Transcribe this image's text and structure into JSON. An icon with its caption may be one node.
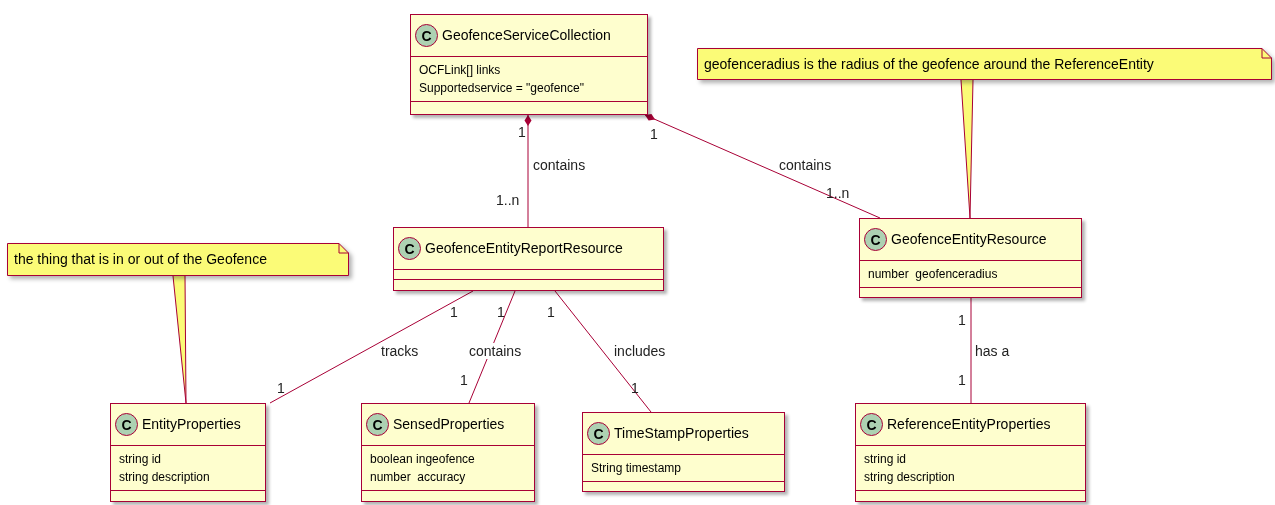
{
  "diagram": {
    "nodes": [
      {
        "text": [
          "C",
          "GeofenceServiceCollection",
          "OCFLink[] links",
          "Supportedservice = \"geofence\""
        ]
      },
      {
        "text": [
          "geofenceradius is the radius of the geofence around the ReferenceEntity"
        ]
      },
      {
        "text": [
          "C",
          "GeofenceEntityReportResource"
        ]
      },
      {
        "text": [
          "C",
          "GeofenceEntityResource",
          "number  geofenceradius"
        ]
      },
      {
        "text": [
          "the thing that is in or out of the Geofence"
        ]
      },
      {
        "text": [
          "C",
          "EntityProperties",
          "string id",
          "string description"
        ]
      },
      {
        "text": [
          "C",
          "SensedProperties",
          "boolean ingeofence",
          "number  accuracy"
        ]
      },
      {
        "text": [
          "C",
          "TimeStampProperties",
          "String timestamp"
        ]
      },
      {
        "text": [
          "C",
          "ReferenceEntityProperties",
          "string id",
          "string description"
        ]
      }
    ],
    "edges": [
      {
        "from": 0,
        "to": 2,
        "arrow": "other",
        "label": "contains"
      },
      {
        "from": 0,
        "to": 3,
        "arrow": "other",
        "label": "contains"
      },
      {
        "from": 2,
        "to": 5,
        "arrow": "none",
        "label": "tracks"
      },
      {
        "from": 2,
        "to": 6,
        "arrow": "none",
        "label": "contains"
      },
      {
        "from": 2,
        "to": 7,
        "arrow": "none",
        "label": "includes"
      },
      {
        "from": 3,
        "to": 8,
        "arrow": "none",
        "label": "has a"
      },
      {
        "from": 4,
        "to": 5,
        "arrow": "none"
      },
      {
        "from": 1,
        "to": 3,
        "arrow": "none"
      }
    ],
    "labels": [
      "1",
      "1",
      "1..n",
      "1..n",
      "1",
      "1",
      "1",
      "1",
      "1",
      "1",
      "1",
      "1"
    ]
  }
}
